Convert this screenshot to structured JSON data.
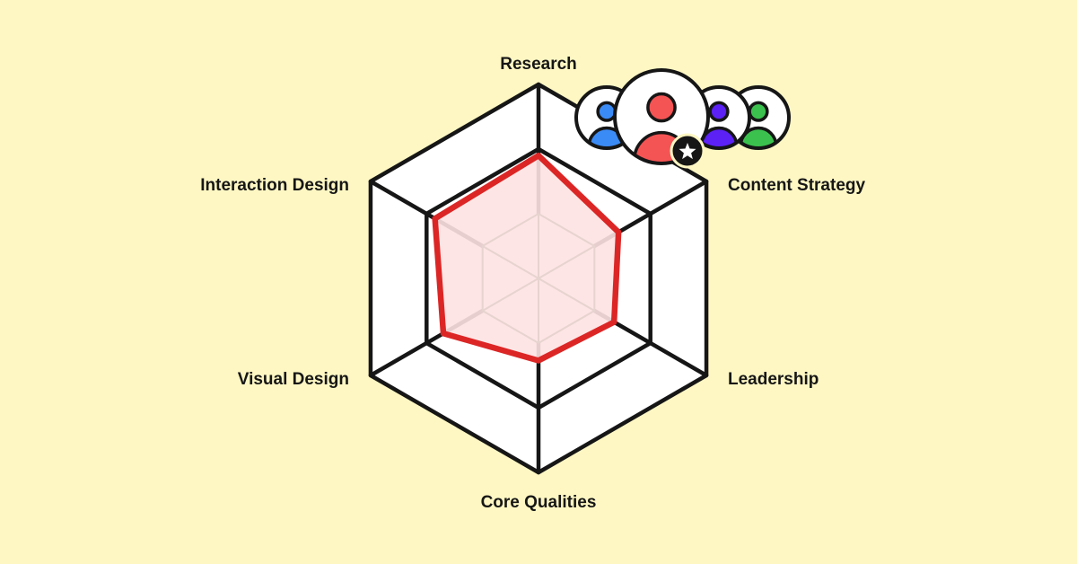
{
  "chart_data": {
    "type": "radar",
    "title": "",
    "axes": [
      "Research",
      "Content Strategy",
      "Leadership",
      "Core Qualities",
      "Visual Design",
      "Interaction Design"
    ],
    "rmax": 3,
    "rings": 3,
    "series": [
      {
        "values": [
          1.9,
          1.43,
          1.35,
          1.27,
          1.7,
          1.85
        ]
      }
    ]
  },
  "colors": {
    "background": "#FEF7C3",
    "grid": "#161616",
    "series_stroke": "#DC2626",
    "series_fill": "#FDE2E2",
    "inner_grid": "#E7D3CF"
  },
  "avatars": [
    {
      "name": "user-blue-icon",
      "color": "#3B8BF6"
    },
    {
      "name": "user-purple-icon",
      "color": "#5B21F5"
    },
    {
      "name": "user-green-icon",
      "color": "#3BC24E"
    },
    {
      "name": "user-red-featured-icon",
      "color": "#F55454"
    },
    {
      "name": "star-badge-icon",
      "color": "#161616"
    }
  ]
}
